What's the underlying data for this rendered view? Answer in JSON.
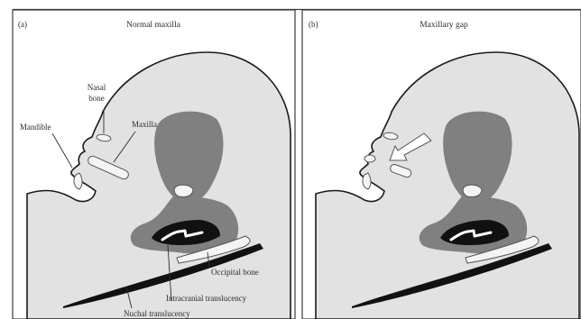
{
  "panels": [
    {
      "letter": "(a)",
      "title": "Normal maxilla",
      "labels": {
        "nasal_bone": [
          "Nasal",
          "bone"
        ],
        "mandible": "Mandible",
        "maxilla": "Maxilla",
        "occipital_bone": "Occipital bone",
        "intracranial_translucency": "Intracranial translucency",
        "nuchal_translucency": "Nuchal translucency"
      }
    },
    {
      "letter": "(b)",
      "title": "Maxillary gap"
    }
  ],
  "colors": {
    "skin": "#e2e2e2",
    "brain": "#808080",
    "bone": "#f4f4f4",
    "outline": "#1a1a1a",
    "translucency": "#111111"
  }
}
